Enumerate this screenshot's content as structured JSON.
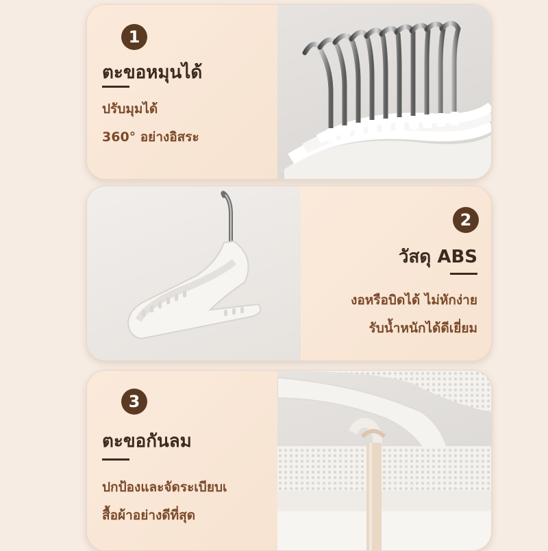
{
  "features": [
    {
      "number": "1",
      "title": "ตะขอหมุนได้",
      "lines": [
        "ปรับมุมได้",
        "360° อย่างอิสระ"
      ]
    },
    {
      "number": "2",
      "title": "วัสดุ ABS",
      "lines": [
        "งอหรือบิดได้ ไม่หักง่าย",
        "รับน้ำหนักได้ดีเยี่ยม"
      ]
    },
    {
      "number": "3",
      "title": "ตะขอกันลม",
      "lines": [
        "ปกป้องและจัดระเบียบเ",
        "สื้อผ้าอย่างดีที่สุด"
      ]
    }
  ],
  "colors": {
    "badge": "#5a3a22",
    "title": "#3b2a1f",
    "desc": "#7a4a2a",
    "card": "#faeadb"
  }
}
